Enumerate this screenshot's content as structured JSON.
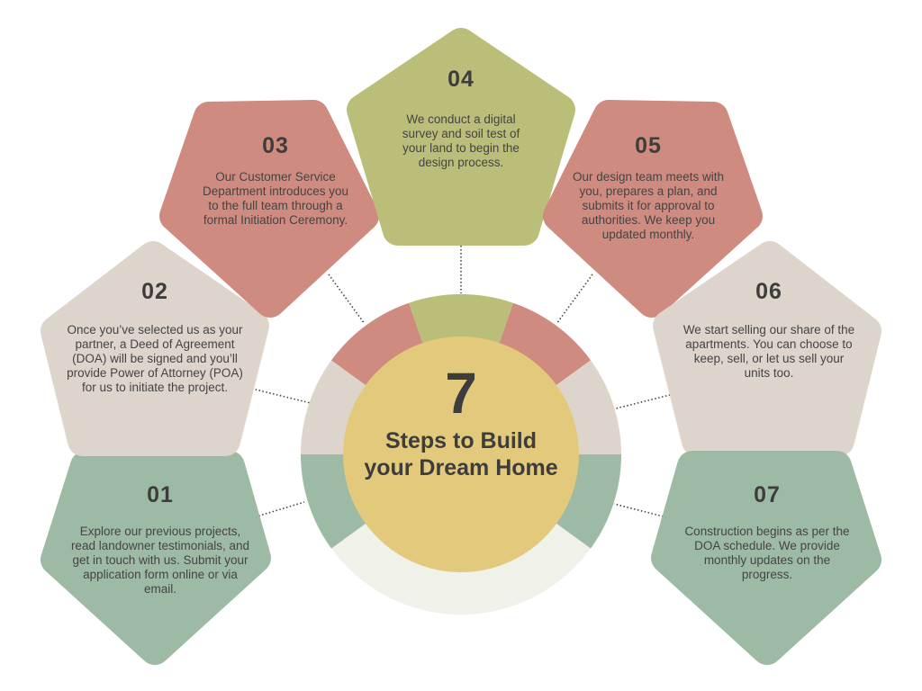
{
  "center": {
    "number": "7",
    "title_line1": "Steps to Build",
    "title_line2": "your Dream Home",
    "color": "#E3C97C"
  },
  "colors": {
    "salmon": "#CF8B7F",
    "olive": "#BBBE78",
    "beige": "#DDD5CC",
    "green": "#9DBBA4",
    "light": "#F0F1E9",
    "text": "#3f3f3f"
  },
  "steps": [
    {
      "number": "01",
      "color": "#9DBBA4",
      "text": "Explore our previous projects, read landowner testimonials, and get in touch with us. Submit your application form online or via email."
    },
    {
      "number": "02",
      "color": "#DDD5CC",
      "text": "Once you’ve selected us as your partner, a Deed of Agreement (DOA) will be signed and you’ll provide Power of Attorney (POA) for us to initiate the project."
    },
    {
      "number": "03",
      "color": "#CF8B7F",
      "text": "Our Customer Service Department introduces you to the full team through a formal Initiation Ceremony."
    },
    {
      "number": "04",
      "color": "#BBBE78",
      "text": "We conduct a digital survey and soil test of your land to begin the design process."
    },
    {
      "number": "05",
      "color": "#CF8B7F",
      "text": "Our design team meets with you, prepares a plan, and submits it for approval to authorities. We keep you updated monthly."
    },
    {
      "number": "06",
      "color": "#DDD5CC",
      "text": "We start selling our share of the apartments. You can choose to keep, sell, or let us sell your units too."
    },
    {
      "number": "07",
      "color": "#9DBBA4",
      "text": "Construction begins as per the DOA schedule. We provide monthly updates on the progress."
    }
  ]
}
